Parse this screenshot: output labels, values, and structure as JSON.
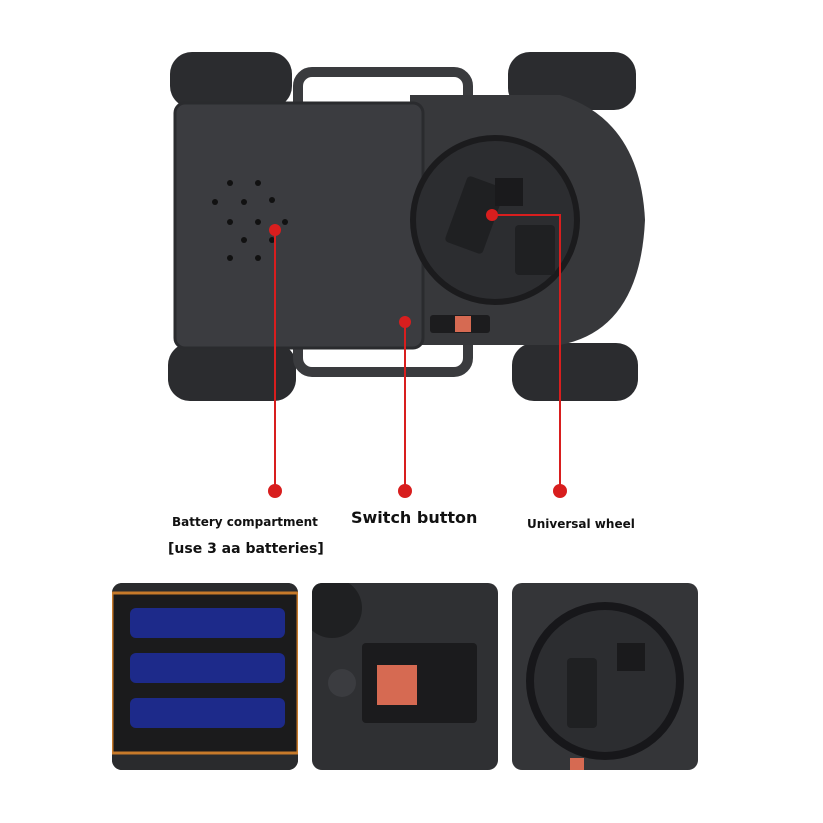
{
  "labels": {
    "battery": "Battery compartment",
    "battery_note": "[use 3 aa batteries]",
    "switch": "Switch button",
    "wheel": "Universal wheel"
  },
  "colors": {
    "callout": "#d81e1e",
    "body": "#2e2f32",
    "battery": "#1d2a8a"
  }
}
